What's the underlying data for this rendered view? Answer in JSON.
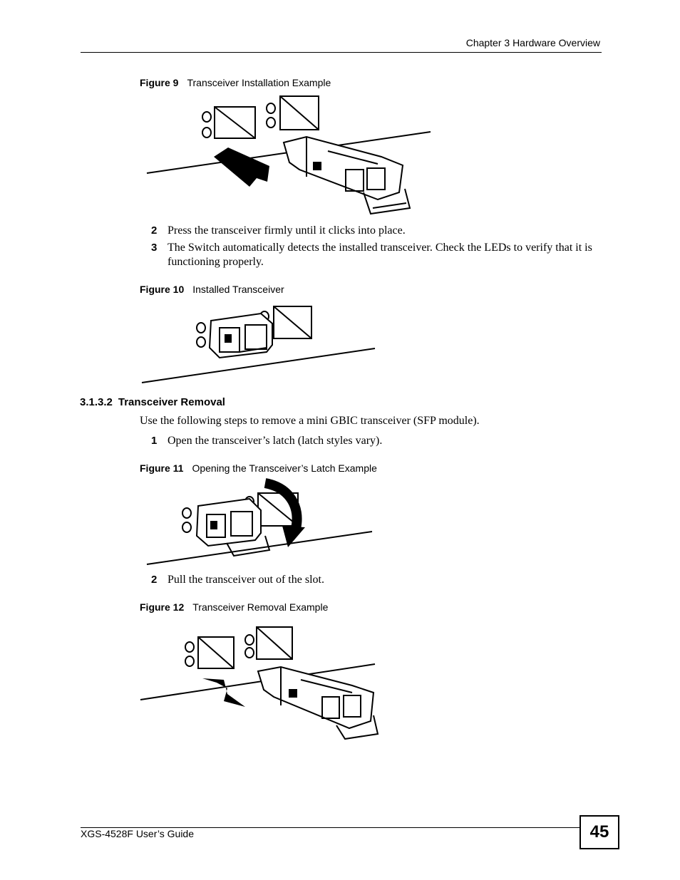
{
  "header": {
    "chapter": "Chapter 3 Hardware Overview"
  },
  "figures": [
    {
      "label": "Figure 9",
      "title": "Transceiver Installation Example"
    },
    {
      "label": "Figure 10",
      "title": "Installed Transceiver"
    },
    {
      "label": "Figure 11",
      "title": "Opening the Transceiver’s Latch Example"
    },
    {
      "label": "Figure 12",
      "title": "Transceiver Removal Example"
    }
  ],
  "steps_install": [
    {
      "num": "2",
      "text": "Press the transceiver firmly until it clicks into place."
    },
    {
      "num": "3",
      "text": "The Switch automatically detects the installed transceiver. Check the LEDs to verify that it is functioning properly."
    }
  ],
  "section": {
    "number": "3.1.3.2",
    "title": "Transceiver Removal"
  },
  "removal_intro": "Use the following steps to remove a mini GBIC transceiver (SFP module).",
  "steps_removal": [
    {
      "num": "1",
      "text": "Open the transceiver’s latch (latch styles vary)."
    },
    {
      "num": "2",
      "text": "Pull the transceiver out of the slot."
    }
  ],
  "footer": {
    "guide": "XGS-4528F User’s Guide",
    "page": "45"
  }
}
